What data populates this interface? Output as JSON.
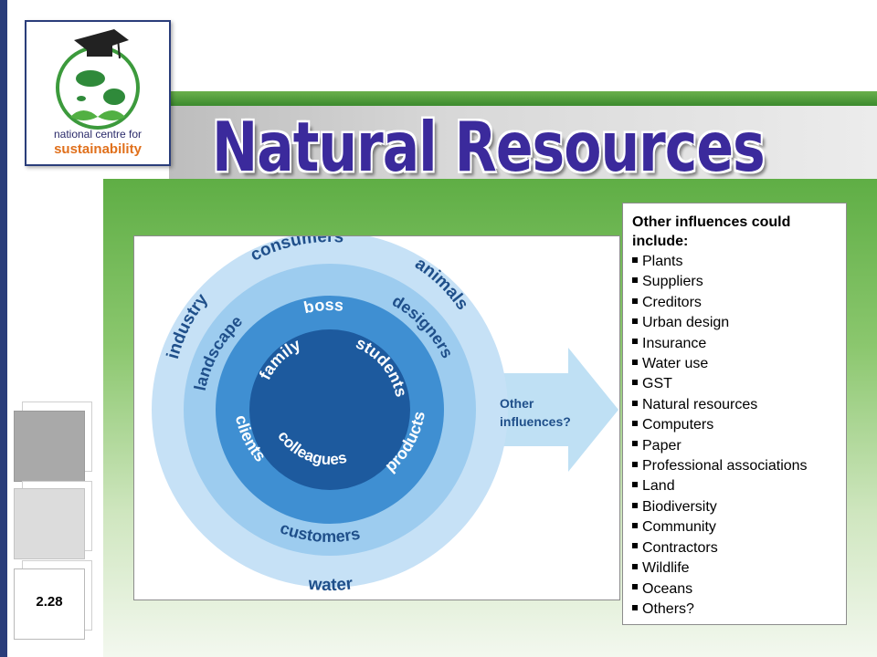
{
  "title": "Natural Resources",
  "logo": {
    "line1": "national centre for",
    "line2": "sustainability",
    "icon": "graduation-cap-globe-icon"
  },
  "slide_number": "2.28",
  "diagram": {
    "rings": {
      "outer": [
        "industry",
        "consumers",
        "animals",
        "water"
      ],
      "second": [
        "landscape",
        "designers",
        "customers"
      ],
      "third": [
        "boss",
        "products",
        "clients"
      ],
      "core": [
        "family",
        "students",
        "colleagues"
      ]
    },
    "arrow_label_line1": "Other",
    "arrow_label_line2": "influences?"
  },
  "textbox": {
    "heading_line1": "Other influences could",
    "heading_line2": "include:",
    "items": [
      "Plants",
      "Suppliers",
      "Creditors",
      "Urban design",
      "Insurance",
      "Water use",
      "GST",
      "Natural resources",
      "Computers",
      "Paper",
      "Professional associations",
      "Land",
      "Biodiversity",
      "Community",
      "Contractors",
      "Wildlife",
      "Oceans",
      "Others?"
    ]
  },
  "colors": {
    "accent_green": "#5fae45",
    "title_purple": "#3b2a9c",
    "navy": "#2a3d7a",
    "ring_outer": "#c6e1f6",
    "ring_second": "#9dccef",
    "ring_third": "#3f8fd2",
    "ring_core": "#1d5a9e"
  }
}
